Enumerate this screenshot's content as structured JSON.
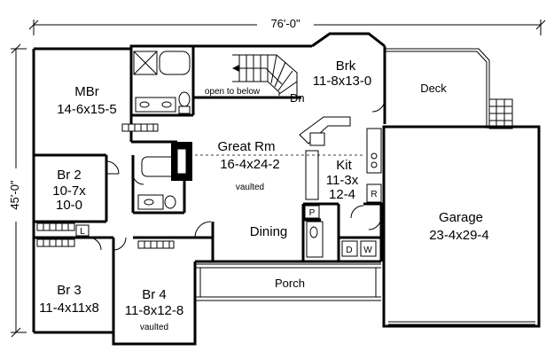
{
  "dimensions": {
    "width": "76'-0\"",
    "depth": "45'-0\""
  },
  "rooms": {
    "mbr": {
      "name": "MBr",
      "size": "14-6x15-5"
    },
    "br2": {
      "name": "Br 2",
      "size_line1": "10-7x",
      "size_line2": "10-0"
    },
    "br3": {
      "name": "Br 3",
      "size": "11-4x11x8"
    },
    "br4": {
      "name": "Br 4",
      "size": "11-8x12-8",
      "note": "vaulted"
    },
    "great": {
      "name": "Great Rm",
      "size": "16-4x24-2",
      "note": "vaulted"
    },
    "brk": {
      "name": "Brk",
      "size": "11-8x13-0"
    },
    "kit": {
      "name": "Kit",
      "size_line1": "11-3x",
      "size_line2": "12-4"
    },
    "dining": {
      "name": "Dining"
    },
    "garage": {
      "name": "Garage",
      "size": "23-4x29-4"
    },
    "deck": {
      "name": "Deck"
    },
    "porch": {
      "name": "Porch"
    }
  },
  "labels": {
    "open_to_below": "open to below",
    "stair_down": "Dn",
    "linen": "L",
    "pantry": "P",
    "refrigerator": "R",
    "dryer": "D",
    "washer": "W"
  }
}
